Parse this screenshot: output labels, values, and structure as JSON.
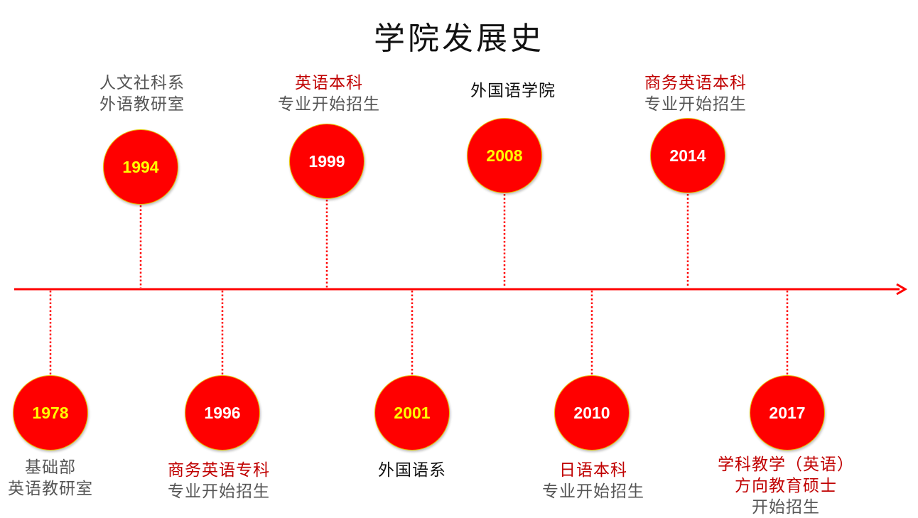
{
  "title": "学院发展史",
  "colors": {
    "accent": "#ff0000",
    "year_yellow": "#ffff00",
    "year_white": "#ffffff",
    "label_red": "#c00000",
    "label_gray": "#555555",
    "label_black": "#111111"
  },
  "events": [
    {
      "year": "1978",
      "lines": [
        "基础部",
        "英语教研室"
      ]
    },
    {
      "year": "1994",
      "lines": [
        "人文社科系",
        "外语教研室"
      ]
    },
    {
      "year": "1996",
      "lines": [
        "商务英语专科",
        "专业开始招生"
      ]
    },
    {
      "year": "1999",
      "lines": [
        "英语本科",
        "专业开始招生"
      ]
    },
    {
      "year": "2001",
      "lines": [
        "外国语系"
      ]
    },
    {
      "year": "2008",
      "lines": [
        "外国语学院"
      ]
    },
    {
      "year": "2010",
      "lines": [
        "日语本科",
        "专业开始招生"
      ]
    },
    {
      "year": "2014",
      "lines": [
        "商务英语本科",
        "专业开始招生"
      ]
    },
    {
      "year": "2017",
      "lines": [
        "学科教学（英语）",
        "方向教育硕士",
        "开始招生"
      ]
    }
  ]
}
